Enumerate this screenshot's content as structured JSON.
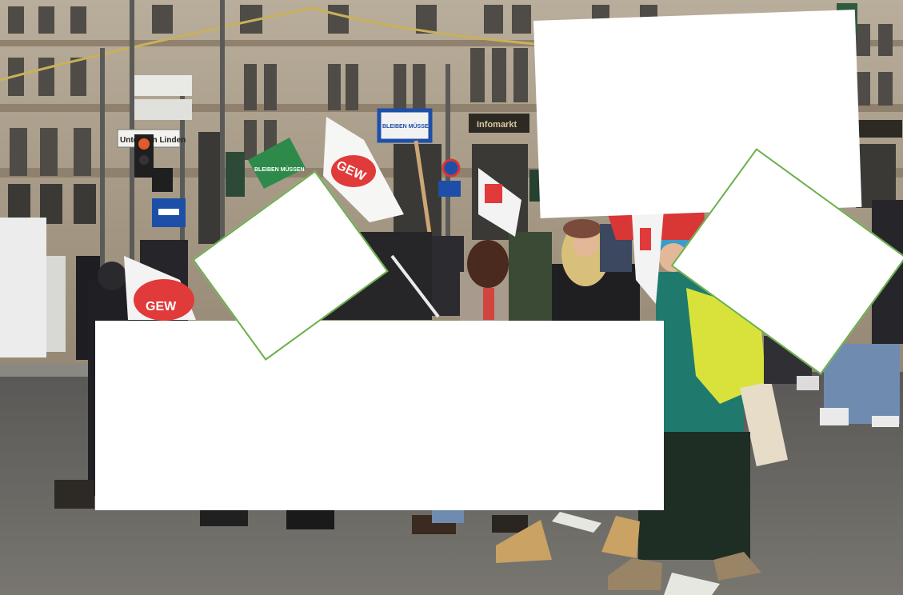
{
  "scene": {
    "kind": "street-demonstration-photo",
    "visible_text": {
      "street_sign": "Unter den Linden",
      "flag_left": "GEW",
      "flag_center": "GEW",
      "blue_sign": "BLEIBEN MÜSSEN",
      "green_sign": "BLEIBEN MÜSSEN",
      "storefront": "Infomarkt"
    }
  },
  "colors": {
    "facade": "#a89a87",
    "facade_dark": "#6e6658",
    "road": "#6f6d6b",
    "flag_red": "#e03a3a",
    "vest_yellow": "#d8e23a",
    "jacket_teal": "#1f7a6d",
    "occluder_border": "#6ab04c",
    "occluder_fill": "#ffffff"
  }
}
